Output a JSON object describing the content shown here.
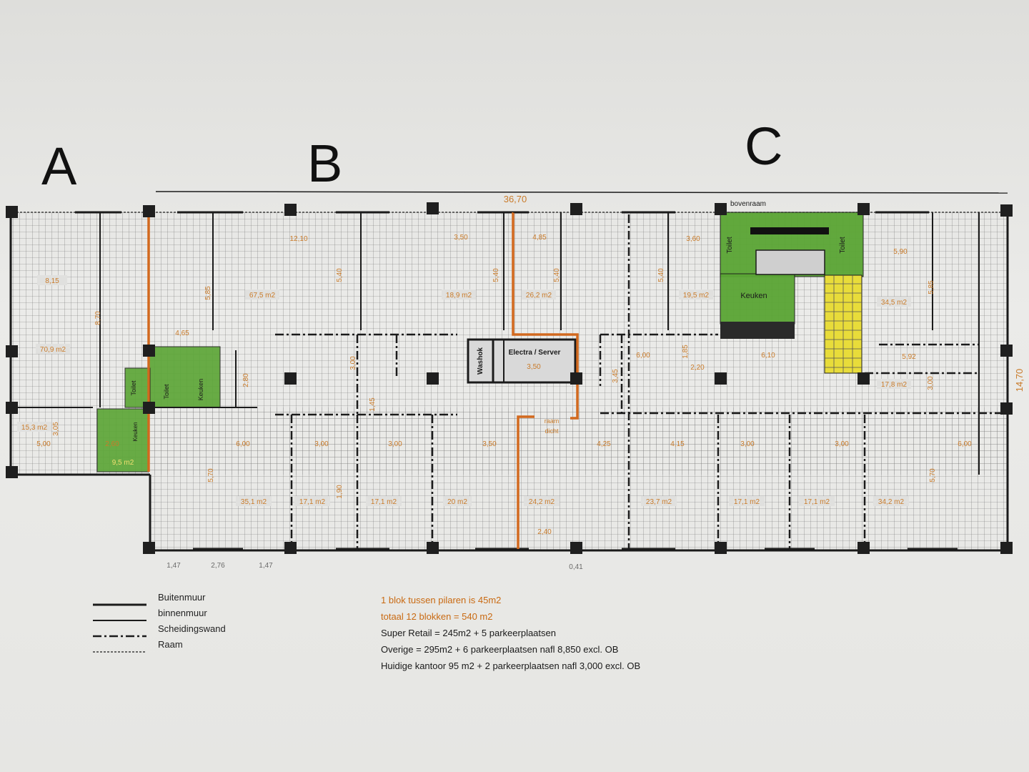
{
  "sections": {
    "a": "A",
    "b": "B",
    "c": "C"
  },
  "dimensions": {
    "total_length": "36,70",
    "total_depth": "14,70",
    "top_row": [
      "12,10",
      "3,50",
      "4,85",
      "3,60",
      "5,90"
    ],
    "verticals": [
      "8,15",
      "8,70",
      "5,85",
      "5,40",
      "5,40",
      "5,40",
      "5,40",
      "5,85",
      "3,00",
      "2,80",
      "3,05",
      "1,45",
      "3,45",
      "1,85",
      "3,00",
      "5,70",
      "5,70",
      "1,90"
    ],
    "mid_row": [
      "4,65",
      "6,00",
      "6,10",
      "2,20",
      "5,92",
      "3,50"
    ],
    "bottom_row": [
      "5,00",
      "2,60",
      "6,00",
      "3,00",
      "3,00",
      "3,50",
      "4,25",
      "4,15",
      "3,00",
      "3,00",
      "6,00",
      "2,40"
    ],
    "base": [
      "1,47",
      "2,76",
      "1,47",
      "0,41"
    ]
  },
  "areas": {
    "a_top": "70,9 m2",
    "a_small": "15,3 m2",
    "a_green": "9,5 m2",
    "b_big": "67,5 m2",
    "r1": "18,9 m2",
    "r2": "26,2 m2",
    "r3": "19,5 m2",
    "r4": "34,5 m2",
    "r5": "17,8 m2",
    "b1": "35,1 m2",
    "b2": "17,1 m2",
    "b3": "17,1 m2",
    "b4": "20 m2",
    "b5": "24,2 m2",
    "b6": "23,7 m2",
    "b7": "17,1 m2",
    "b8": "17,1 m2",
    "b9": "34,2 m2"
  },
  "rooms": {
    "toilet": "Toilet",
    "keuken": "Keuken",
    "washok": "Washok",
    "electra": "Electra / Server",
    "bovenraam": "bovenraam",
    "raam_dicht_1": "raam",
    "raam_dicht_2": "dicht"
  },
  "legend": [
    {
      "label": "Buitenmuur"
    },
    {
      "label": "binnenmuur"
    },
    {
      "label": "Scheidingswand"
    },
    {
      "label": "Raam"
    }
  ],
  "notes": [
    "1 blok tussen pilaren is 45m2",
    "totaal 12 blokken = 540 m2",
    "Super Retail = 245m2 + 5 parkeerplaatsen",
    "Overige = 295m2 + 6 parkeerplaatsen nafl 8,850 excl. OB",
    "Huidige kantoor 95 m2 + 2 parkeerplaatsen nafl 3,000 excl. OB"
  ],
  "colors": {
    "wall": "#1b1b1b",
    "accent": "#d2691e",
    "green": "#5aa534",
    "yellow": "#e8dc3a",
    "grid": "#6f6f6f",
    "label": "#c97b2a"
  }
}
